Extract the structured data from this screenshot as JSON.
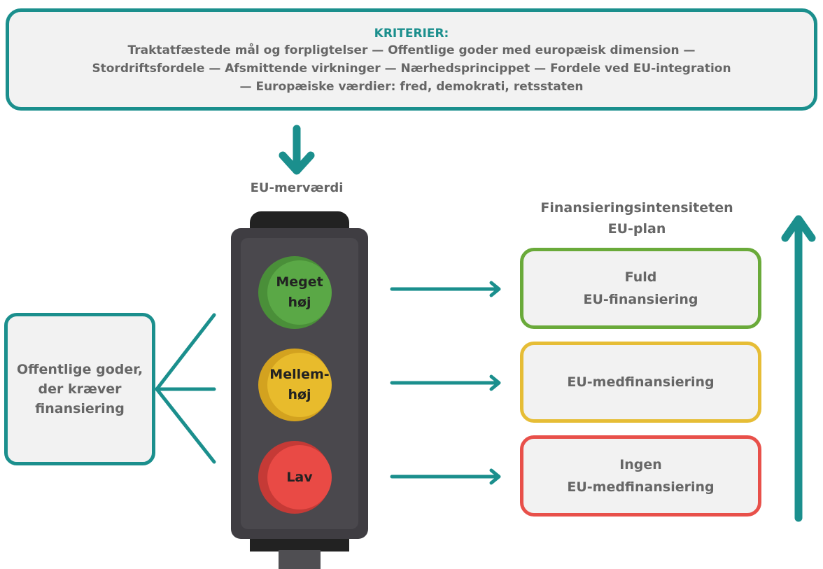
{
  "criteria": {
    "title": "KRITERIER:",
    "lines": [
      "Traktatfæstede mål og forpligtelser — Offentlige goder med europæisk dimension —",
      "Stordriftsfordele — Afsmittende virkninger — Nærhedsprincippet — Fordele ved EU-integration",
      "— Europæiske værdier: fred, demokrati, retsstaten"
    ]
  },
  "center_label": "EU-merværdi",
  "left_box": {
    "lines": [
      "Offentlige goder,",
      "der kræver",
      "finansiering"
    ]
  },
  "intensity_label": {
    "lines": [
      "Finansieringsintensiteten",
      "EU-plan"
    ]
  },
  "lights": [
    {
      "lines": [
        "Meget",
        "høj"
      ],
      "color": "#5aa846",
      "shade": "#4a8f39"
    },
    {
      "lines": [
        "Mellem-",
        "høj"
      ],
      "color": "#e8bb2c",
      "shade": "#d3a21f"
    },
    {
      "lines": [
        "Lav"
      ],
      "color": "#e94a45",
      "shade": "#c53a36"
    }
  ],
  "outcomes": [
    {
      "lines": [
        "Fuld",
        "EU-finansiering"
      ],
      "border_color": "#6aaa3a"
    },
    {
      "lines": [
        "EU-medfinansiering"
      ],
      "border_color": "#e6bd36"
    },
    {
      "lines": [
        "Ingen",
        "EU-medfinansiering"
      ],
      "border_color": "#e8504a"
    }
  ],
  "colors": {
    "teal": "#1b8f8d",
    "traffic_body": "#3f3d42",
    "traffic_inner": "#4a484d",
    "traffic_cap": "#222222",
    "text_grey": "#666666",
    "box_bg": "#f2f2f2"
  },
  "icons": [
    "arrow-down-icon",
    "arrow-right-icon",
    "arrow-up-icon",
    "traffic-light-icon"
  ]
}
